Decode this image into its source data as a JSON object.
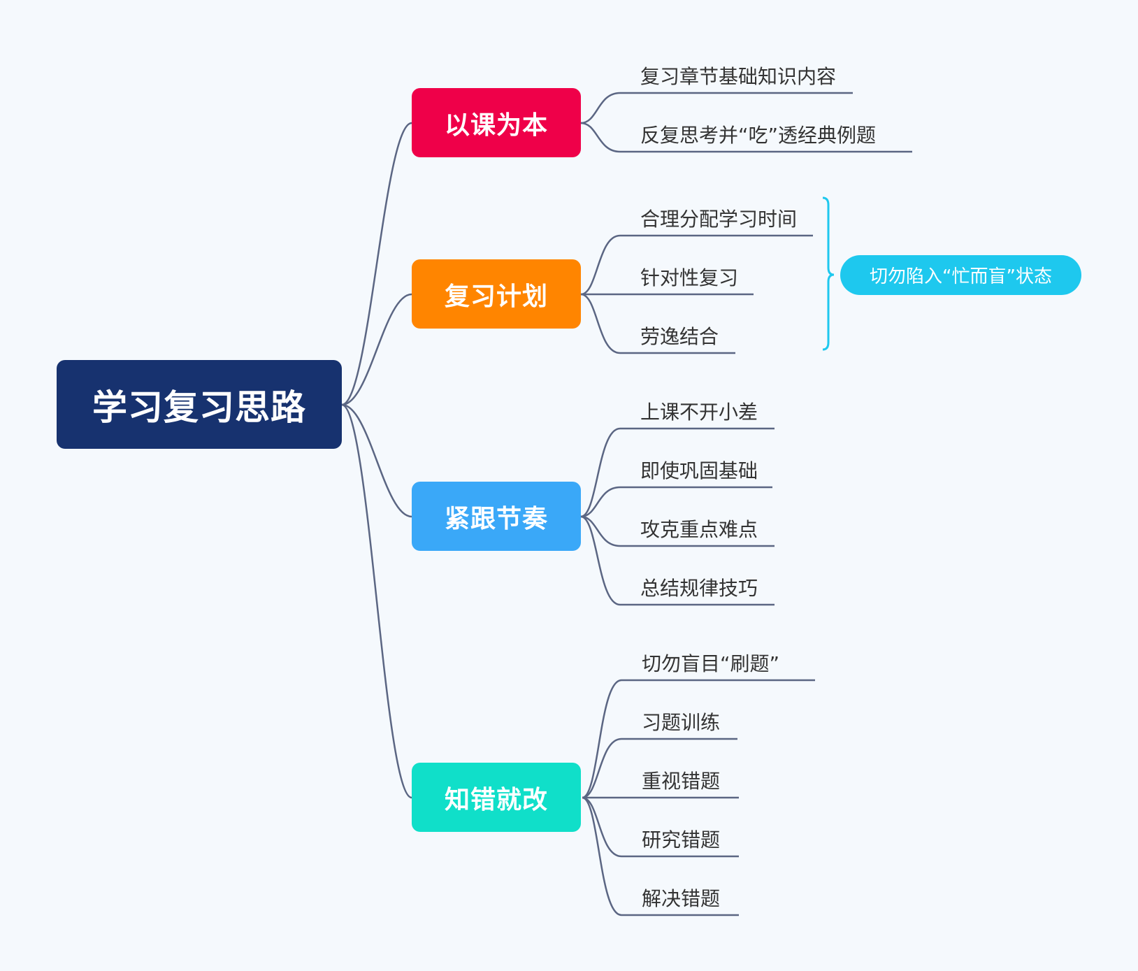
{
  "colors": {
    "background": "#f5f9fd",
    "connector": "#5b6683",
    "summary_bracket": "#1ec8ee",
    "root": "#17326f",
    "branch_1": "#ef0049",
    "branch_2": "#ff8500",
    "branch_3": "#3aa8f8",
    "branch_4": "#10dfc9",
    "summary": "#1ec8ee"
  },
  "root": {
    "label": "学习复习思路"
  },
  "branches": [
    {
      "label": "以课为本",
      "children": [
        "复习章节基础知识内容",
        "反复思考并“吃”透经典例题"
      ]
    },
    {
      "label": "复习计划",
      "children": [
        "合理分配学习时间",
        "针对性复习",
        "劳逸结合"
      ]
    },
    {
      "label": "紧跟节奏",
      "children": [
        "上课不开小差",
        "即使巩固基础",
        "攻克重点难点",
        "总结规律技巧"
      ]
    },
    {
      "label": "知错就改",
      "children": [
        "切勿盲目“刷题”",
        "习题训练",
        "重视错题",
        "研究错题",
        "解决错题"
      ]
    }
  ],
  "summary": {
    "label": "切勿陷入“忙而盲”状态"
  }
}
